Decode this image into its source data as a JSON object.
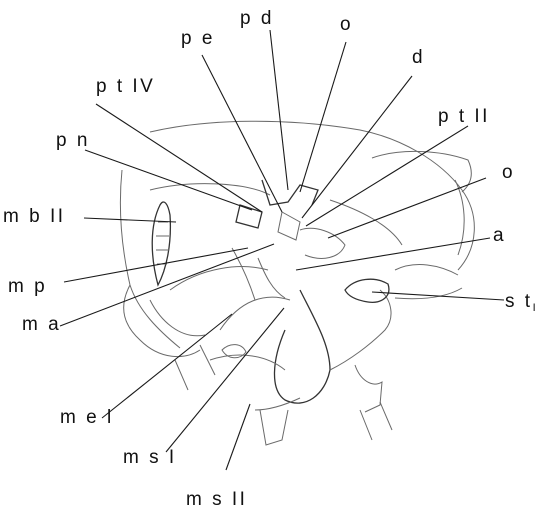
{
  "labels": {
    "pe": "p e",
    "pd": "p d",
    "o_top": "o",
    "d": "d",
    "ptIV": "p t IV",
    "ptII": "p t II",
    "pn": "p n",
    "o_right": "o",
    "mbII": "m b II",
    "a": "a",
    "mp": "m p",
    "st_main": "s t",
    "st_sub": "I",
    "ma": "m a",
    "mel": "m e l",
    "msI": "m s I",
    "msII": "m s II"
  }
}
